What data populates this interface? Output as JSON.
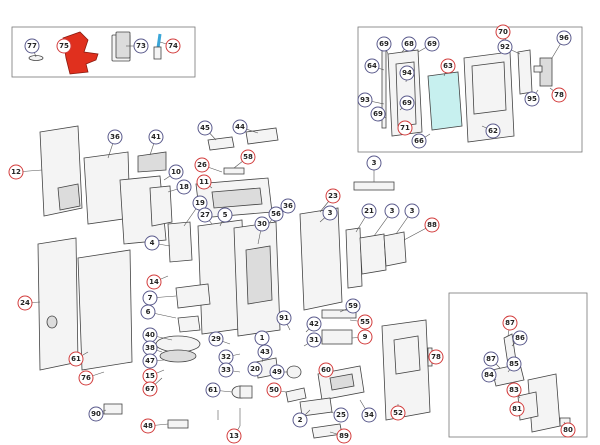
{
  "colors": {
    "bubble_blue": "#5a5a8c",
    "bubble_red": "#d23c3c",
    "glove": "#e0301e",
    "glass": "#c7f0ef",
    "brush_handle": "#3aa6d8",
    "line": "#555555"
  },
  "callouts": [
    {
      "label": "77",
      "kind": "blue"
    },
    {
      "label": "75",
      "kind": "red"
    },
    {
      "label": "73",
      "kind": "blue"
    },
    {
      "label": "74",
      "kind": "red"
    },
    {
      "label": "12",
      "kind": "red"
    },
    {
      "label": "36",
      "kind": "blue"
    },
    {
      "label": "41",
      "kind": "blue"
    },
    {
      "label": "45",
      "kind": "blue"
    },
    {
      "label": "44",
      "kind": "blue"
    },
    {
      "label": "58",
      "kind": "red"
    },
    {
      "label": "10",
      "kind": "blue"
    },
    {
      "label": "18",
      "kind": "blue"
    },
    {
      "label": "26",
      "kind": "red"
    },
    {
      "label": "11",
      "kind": "red"
    },
    {
      "label": "19",
      "kind": "blue"
    },
    {
      "label": "27",
      "kind": "blue"
    },
    {
      "label": "5",
      "kind": "blue"
    },
    {
      "label": "36",
      "kind": "blue"
    },
    {
      "label": "56",
      "kind": "blue"
    },
    {
      "label": "23",
      "kind": "red"
    },
    {
      "label": "3",
      "kind": "blue"
    },
    {
      "label": "3",
      "kind": "blue"
    },
    {
      "label": "21",
      "kind": "blue"
    },
    {
      "label": "3",
      "kind": "blue"
    },
    {
      "label": "3",
      "kind": "blue"
    },
    {
      "label": "88",
      "kind": "red"
    },
    {
      "label": "4",
      "kind": "blue"
    },
    {
      "label": "30",
      "kind": "blue"
    },
    {
      "label": "24",
      "kind": "red"
    },
    {
      "label": "14",
      "kind": "red"
    },
    {
      "label": "7",
      "kind": "blue"
    },
    {
      "label": "6",
      "kind": "blue"
    },
    {
      "label": "59",
      "kind": "blue"
    },
    {
      "label": "40",
      "kind": "blue"
    },
    {
      "label": "38",
      "kind": "blue"
    },
    {
      "label": "47",
      "kind": "blue"
    },
    {
      "label": "15",
      "kind": "red"
    },
    {
      "label": "67",
      "kind": "red"
    },
    {
      "label": "61",
      "kind": "red"
    },
    {
      "label": "76",
      "kind": "red"
    },
    {
      "label": "29",
      "kind": "blue"
    },
    {
      "label": "1",
      "kind": "blue"
    },
    {
      "label": "91",
      "kind": "blue"
    },
    {
      "label": "42",
      "kind": "blue"
    },
    {
      "label": "31",
      "kind": "blue"
    },
    {
      "label": "55",
      "kind": "red"
    },
    {
      "label": "9",
      "kind": "red"
    },
    {
      "label": "32",
      "kind": "blue"
    },
    {
      "label": "43",
      "kind": "blue"
    },
    {
      "label": "33",
      "kind": "blue"
    },
    {
      "label": "20",
      "kind": "blue"
    },
    {
      "label": "61",
      "kind": "blue"
    },
    {
      "label": "49",
      "kind": "blue"
    },
    {
      "label": "60",
      "kind": "red"
    },
    {
      "label": "50",
      "kind": "red"
    },
    {
      "label": "78",
      "kind": "red"
    },
    {
      "label": "90",
      "kind": "blue"
    },
    {
      "label": "48",
      "kind": "red"
    },
    {
      "label": "13",
      "kind": "red"
    },
    {
      "label": "2",
      "kind": "blue"
    },
    {
      "label": "25",
      "kind": "blue"
    },
    {
      "label": "89",
      "kind": "red"
    },
    {
      "label": "34",
      "kind": "blue"
    },
    {
      "label": "52",
      "kind": "red"
    },
    {
      "label": "69",
      "kind": "blue"
    },
    {
      "label": "68",
      "kind": "blue"
    },
    {
      "label": "69",
      "kind": "blue"
    },
    {
      "label": "64",
      "kind": "blue"
    },
    {
      "label": "94",
      "kind": "blue"
    },
    {
      "label": "63",
      "kind": "red"
    },
    {
      "label": "93",
      "kind": "blue"
    },
    {
      "label": "69",
      "kind": "blue"
    },
    {
      "label": "69",
      "kind": "blue"
    },
    {
      "label": "71",
      "kind": "red"
    },
    {
      "label": "66",
      "kind": "blue"
    },
    {
      "label": "70",
      "kind": "red"
    },
    {
      "label": "92",
      "kind": "blue"
    },
    {
      "label": "96",
      "kind": "blue"
    },
    {
      "label": "95",
      "kind": "blue"
    },
    {
      "label": "78",
      "kind": "red"
    },
    {
      "label": "62",
      "kind": "blue"
    },
    {
      "label": "87",
      "kind": "red"
    },
    {
      "label": "86",
      "kind": "blue"
    },
    {
      "label": "87",
      "kind": "blue"
    },
    {
      "label": "85",
      "kind": "blue"
    },
    {
      "label": "84",
      "kind": "blue"
    },
    {
      "label": "83",
      "kind": "red"
    },
    {
      "label": "81",
      "kind": "red"
    },
    {
      "label": "80",
      "kind": "red"
    }
  ]
}
